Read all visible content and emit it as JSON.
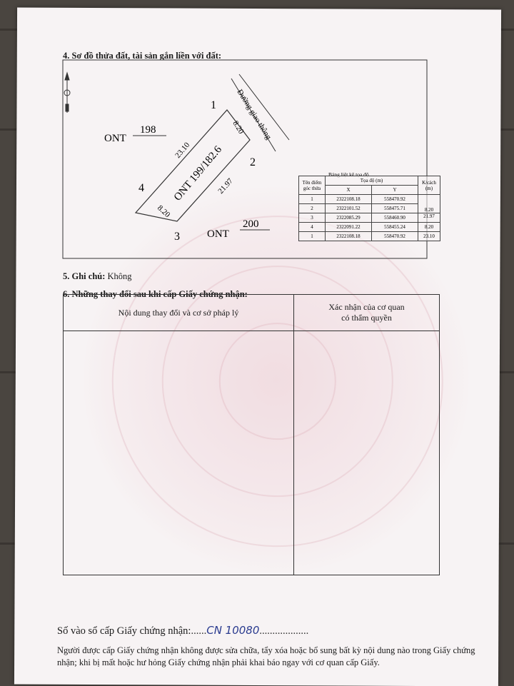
{
  "section4": {
    "title": "4. Sơ đồ thửa đất, tài sản gắn liền với đất:"
  },
  "map": {
    "parcel_label": "ONT 199/182.6",
    "neighbor_north": {
      "prefix": "ONT",
      "number": "198"
    },
    "neighbor_south": {
      "prefix": "ONT",
      "number": "200"
    },
    "road_label": "Đường giao thông",
    "points": [
      "1",
      "2",
      "3",
      "4"
    ],
    "edges": {
      "e12": "8.20",
      "e23": "21.97",
      "e34": "8.20",
      "e41": "23.10"
    }
  },
  "coord_table": {
    "caption": "Bảng liệt kê tọa độ",
    "header_point": "Tên điểm góc thửa",
    "header_coord": "Tọa độ (m)",
    "header_x": "X",
    "header_y": "Y",
    "header_dist": "K/cách (m)",
    "rows": [
      {
        "pt": "1",
        "x": "2322108.18",
        "y": "558470.92"
      },
      {
        "pt": "2",
        "x": "2322101.52",
        "y": "558475.71"
      },
      {
        "pt": "3",
        "x": "2322085.29",
        "y": "558460.90"
      },
      {
        "pt": "4",
        "x": "2322091.22",
        "y": "558455.24"
      },
      {
        "pt": "1",
        "x": "2322108.18",
        "y": "558470.92"
      }
    ],
    "distances": [
      "8.20",
      "21.97",
      "8.20",
      "23.10"
    ]
  },
  "section5": {
    "label": "5. Ghi chú:",
    "value": "Không"
  },
  "section6": {
    "title": "6. Những thay đổi sau khi cấp Giấy chứng nhận:",
    "col1": "Nội dung thay đổi và cơ sở pháp lý",
    "col2_line1": "Xác nhận của cơ quan",
    "col2_line2": "có thẩm quyền"
  },
  "registry": {
    "label": "Số vào sổ cấp Giấy chứng nhận:",
    "dots_before": "......",
    "handwritten_number": "CN 10080",
    "dots_after": "..................."
  },
  "footer_note": "Người được cấp Giấy chứng nhận không được sửa chữa, tẩy xóa hoặc bổ sung bất kỳ nội dung nào trong Giấy chứng nhận; khi bị mất hoặc hư hỏng Giấy chứng nhận phải khai báo ngay với cơ quan cấp Giấy.",
  "colors": {
    "paper": "#f7f3f4",
    "watermark": "#e7b8c2",
    "handwriting": "#2a3b8f",
    "desk": "#4a4540"
  }
}
